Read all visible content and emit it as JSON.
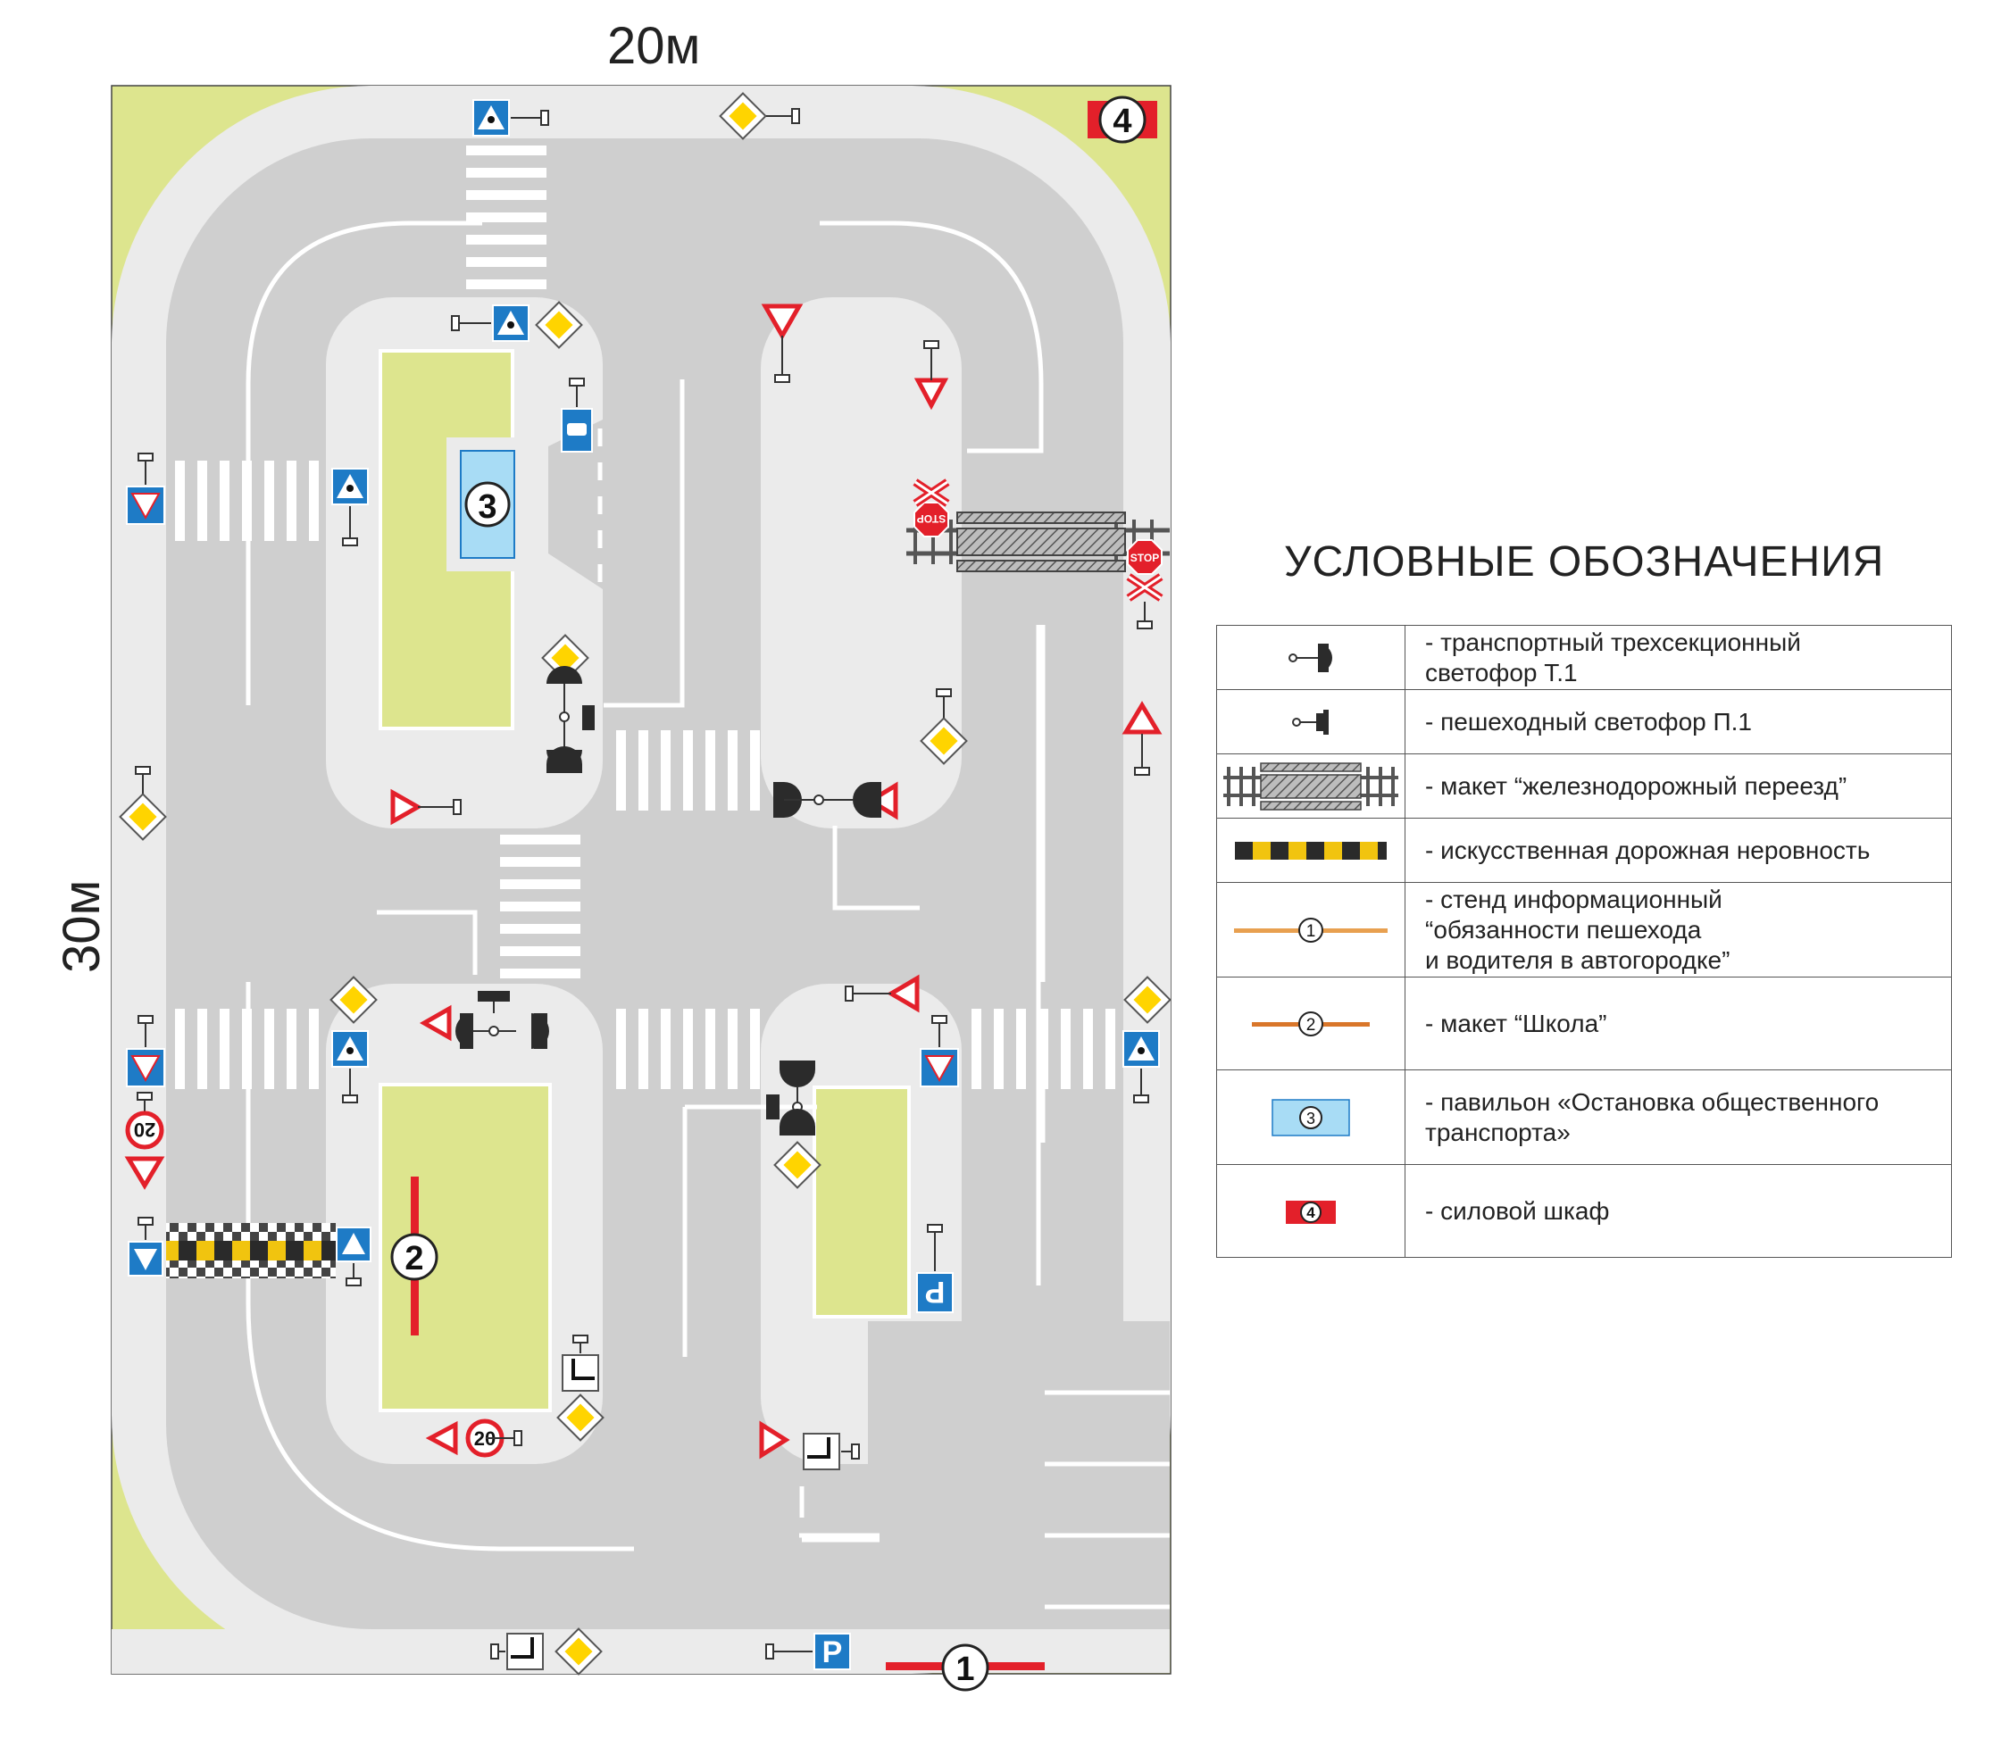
{
  "dimensions": {
    "width": "20м",
    "height": "30м"
  },
  "markers": {
    "m1": "1",
    "m2": "2",
    "m3": "3",
    "m4": "4"
  },
  "signs": {
    "stop": "STOP",
    "speed": "20",
    "parking": "P"
  },
  "legend": {
    "title": "УСЛОВНЫЕ ОБОЗНАЧЕНИЯ",
    "items": [
      {
        "icon": "traffic-light-icon",
        "text": "- транспортный  трехсекционный\n  светофор Т.1"
      },
      {
        "icon": "pedestrian-light-icon",
        "text": "- пешеходный светофор П.1"
      },
      {
        "icon": "railway-crossing-icon",
        "text": "- макет “железнодорожный переезд”"
      },
      {
        "icon": "speed-bump-icon",
        "text": "- искусственная дорожная неровность"
      },
      {
        "icon": "info-stand-icon",
        "text": "- стенд информационный\n  “обязанности пешехода\n  и водителя в автогородке”"
      },
      {
        "icon": "school-model-icon",
        "text": "- макет “Школа”"
      },
      {
        "icon": "bus-stop-pavilion-icon",
        "text": "- павильон «Остановка общественного\nтранспорта»"
      },
      {
        "icon": "power-cabinet-icon",
        "text": "- силовой шкаф"
      }
    ],
    "symbol_numbers": {
      "n1": "1",
      "n2": "2",
      "n3": "3",
      "n4": "4"
    }
  },
  "colors": {
    "grass": "#dde58e",
    "road": "#cfcfcf",
    "sidewalk": "#ebebeb",
    "marking": "#ffffff",
    "pavilion": "#a8dcf5",
    "cabinet": "#e3202a",
    "stand": "#e3202a",
    "sign_blue": "#1e7bc6",
    "sign_yellow": "#ffd400",
    "sign_red": "#e3202a"
  }
}
